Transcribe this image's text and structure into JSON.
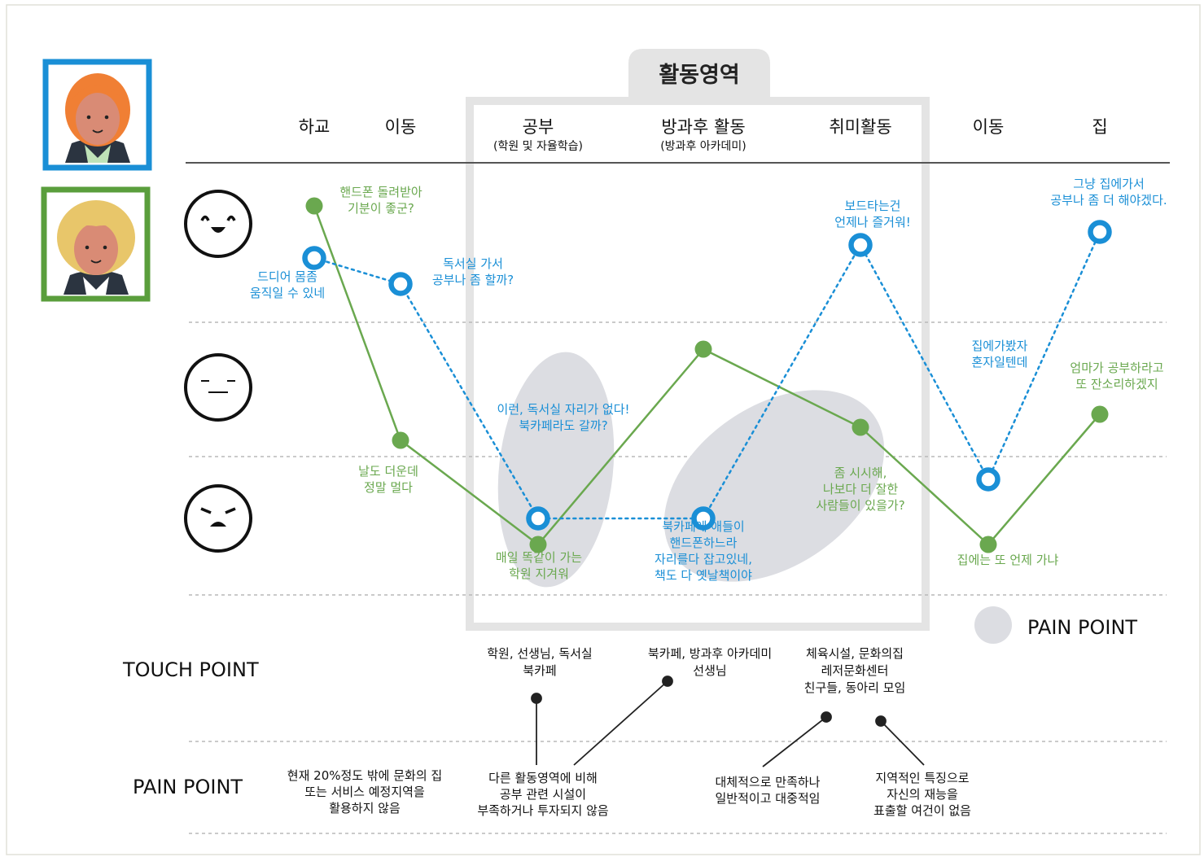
{
  "title": "활동영역",
  "stages": [
    {
      "label": "하교",
      "sub": ""
    },
    {
      "label": "이동",
      "sub": ""
    },
    {
      "label": "공부",
      "sub": "(학원 및 자율학습)"
    },
    {
      "label": "방과후 활동",
      "sub": "(방과후 아카데미)"
    },
    {
      "label": "취미활동",
      "sub": ""
    },
    {
      "label": "이동",
      "sub": ""
    },
    {
      "label": "집",
      "sub": ""
    }
  ],
  "mood_icons": [
    "happy-face-icon",
    "neutral-face-icon",
    "angry-face-icon"
  ],
  "personas": [
    {
      "name": "persona-orange-hair",
      "frame_color": "#1a8fd6"
    },
    {
      "name": "persona-blonde-hair",
      "frame_color": "#5a9e3c"
    }
  ],
  "colors": {
    "green": "#6aa84f",
    "blue": "#1a8fd6",
    "pain": "#dcdde2",
    "dark": "#222222"
  },
  "journeys": {
    "green": {
      "points": [
        {
          "stage": "하교",
          "level": 1.4
        },
        {
          "stage": "이동",
          "level": -0.4
        },
        {
          "stage": "공부",
          "level": -1.2
        },
        {
          "stage": "방과후 활동",
          "level": 0.3
        },
        {
          "stage": "취미활동",
          "level": -0.3
        },
        {
          "stage": "이동",
          "level": -1.2
        },
        {
          "stage": "집",
          "level": -0.2
        }
      ]
    },
    "blue": {
      "points": [
        {
          "stage": "하교",
          "level": 1.0
        },
        {
          "stage": "이동",
          "level": 0.8
        },
        {
          "stage": "공부",
          "level": -1.0
        },
        {
          "stage": "방과후 활동",
          "level": -1.0
        },
        {
          "stage": "취미활동",
          "level": 1.1
        },
        {
          "stage": "이동",
          "level": -0.7
        },
        {
          "stage": "집",
          "level": 1.2
        }
      ]
    }
  },
  "annotations": {
    "g1": [
      "핸드폰 돌려받아",
      "기분이 좋군?"
    ],
    "g2": [
      "날도 더운데",
      "정말 멀다"
    ],
    "g3": [
      "매일 똑같이 가는",
      "학원 지겨워"
    ],
    "g5": [
      "좀 시시해,",
      "나보다 더 잘한",
      "사람들이 있을가?"
    ],
    "g6": [
      "집에는 또 언제 가냐"
    ],
    "g7": [
      "엄마가 공부하라고",
      "또 잔소리하겠지"
    ],
    "b1": [
      "드디어 몸좀",
      "움직일 수 있네"
    ],
    "b2": [
      "독서실 가서",
      "공부나 좀 할까?"
    ],
    "b3": [
      "이런, 독서실 자리가 없다!",
      "북카페라도 갈까?"
    ],
    "b4": [
      "북카페에 애들이",
      "핸드폰하느라",
      "자리를다 잡고있네,",
      "책도 다 옛날책이야"
    ],
    "b5": [
      "보드타는건",
      "언제나 즐거워!"
    ],
    "b6": [
      "집에가봤자",
      "혼자일텐데"
    ],
    "b7": [
      "그냥 집에가서",
      "공부나 좀 더 해야겠다."
    ]
  },
  "legend": {
    "pain_point": "PAIN POINT"
  },
  "sections": {
    "touch_point": "TOUCH POINT",
    "pain_point": "PAIN POINT"
  },
  "touch_points": [
    [
      "학원, 선생님, 독서실",
      "북카페"
    ],
    [
      "북카페, 방과후 아카데미",
      "선생님"
    ],
    [
      "체육시설, 문화의집",
      "레저문화센터",
      "친구들, 동아리 모임"
    ]
  ],
  "pain_points": [
    [
      "현재 20%정도 밖에 문화의 집",
      "또는 서비스 예정지역을",
      "활용하지 않음"
    ],
    [
      "다른 활동영역에 비해",
      "공부 관련 시설이",
      "부족하거나 투자되지 않음"
    ],
    [
      "대체적으로 만족하나",
      "일반적이고 대중적임"
    ],
    [
      "지역적인 특징으로",
      "자신의 재능을",
      "표출할 여건이 없음"
    ]
  ]
}
